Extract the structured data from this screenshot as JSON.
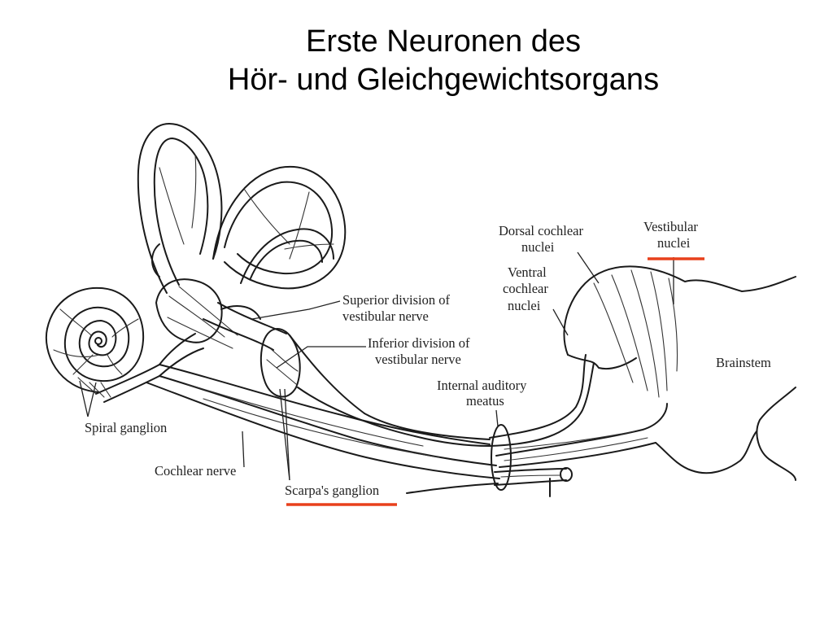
{
  "slide": {
    "title_line1": "Erste Neuronen des",
    "title_line2": "Hör- und Gleichgewichtsorgans"
  },
  "labels": {
    "dorsal_cochlear_1": "Dorsal cochlear",
    "dorsal_cochlear_2": "nuclei",
    "vestibular_nuclei_1": "Vestibular",
    "vestibular_nuclei_2": "nuclei",
    "ventral_cochlear_1": "Ventral",
    "ventral_cochlear_2": "cochlear",
    "ventral_cochlear_3": "nuclei",
    "superior_division_1": "Superior division of",
    "superior_division_2": "vestibular nerve",
    "inferior_division_1": "Inferior division of",
    "inferior_division_2": "vestibular nerve",
    "internal_meatus_1": "Internal auditory",
    "internal_meatus_2": "meatus",
    "brainstem": "Brainstem",
    "spiral_ganglion": "Spiral ganglion",
    "cochlear_nerve": "Cochlear nerve",
    "scarpas_ganglion": "Scarpa's ganglion"
  },
  "colors": {
    "highlight": "#e8401c",
    "line": "#1a1a1a"
  }
}
